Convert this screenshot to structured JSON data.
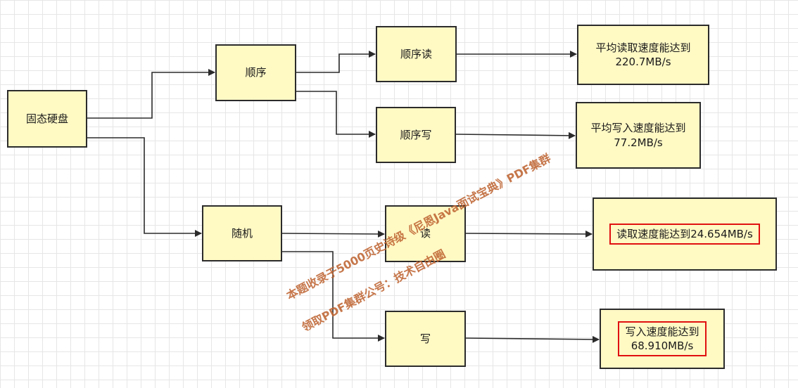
{
  "nodes": {
    "ssd": "固态硬盘",
    "sequential": "顺序",
    "random": "随机",
    "seq_read": "顺序读",
    "seq_write": "顺序写",
    "rand_read": "读",
    "rand_write": "写",
    "seq_read_result": "平均读取速度能达到\n220.7MB/s",
    "seq_write_result": "平均写入速度能达到\n77.2MB/s",
    "rand_read_result": "读取速度能达到24.654MB/s",
    "rand_write_result": "写入速度能达到\n68.910MB/s"
  },
  "colors": {
    "node_fill": "#fff9c4",
    "node_border": "#2b2b2b",
    "highlight_border": "#e01010",
    "watermark": "#be6432"
  },
  "watermark": {
    "line1": "本题收录于5000页史诗级《尼恩Java面试宝典》PDF集群",
    "line2": "领取PDF集群公号：技术自由圈"
  }
}
